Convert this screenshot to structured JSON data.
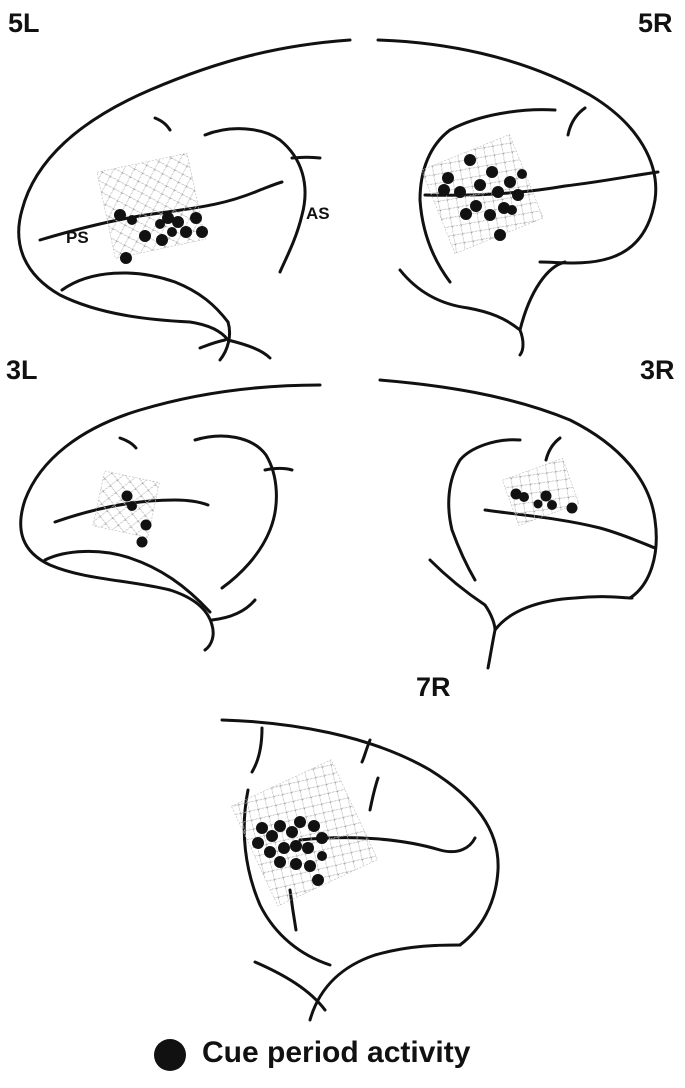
{
  "panels": {
    "p5L": {
      "label": "5L"
    },
    "p5R": {
      "label": "5R"
    },
    "p3L": {
      "label": "3L"
    },
    "p3R": {
      "label": "3R"
    },
    "p7R": {
      "label": "7R"
    }
  },
  "sulci": {
    "ps": "PS",
    "as": "AS"
  },
  "legend": {
    "label": "Cue period activity",
    "marker": "filled-black-circle"
  },
  "colors": {
    "ink": "#111111",
    "grid": "#c8c8c8",
    "background": "#ffffff"
  }
}
